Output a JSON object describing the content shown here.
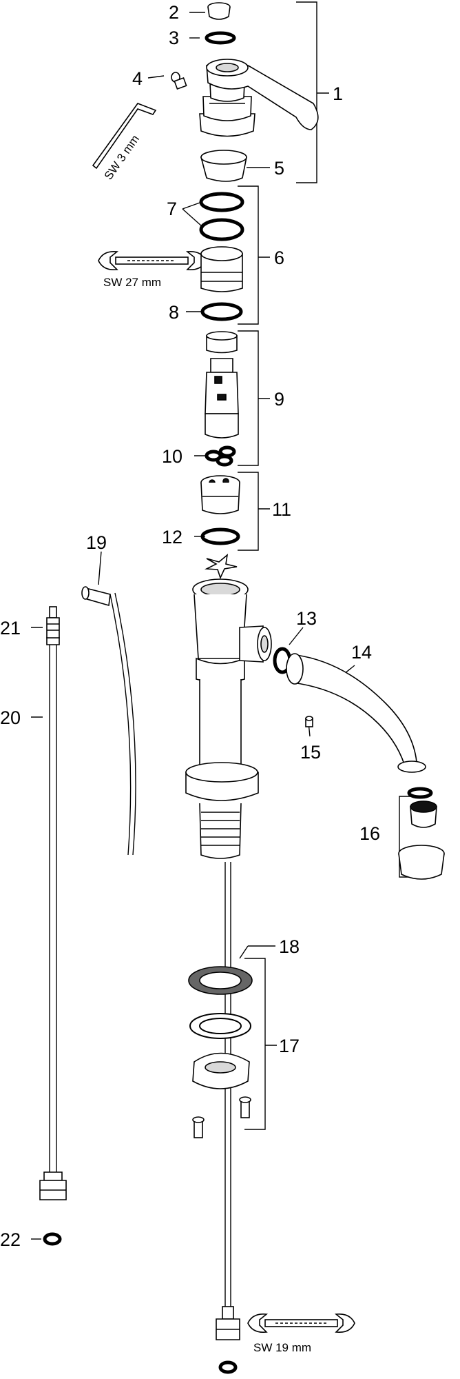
{
  "callouts": {
    "c1": "1",
    "c2": "2",
    "c3": "3",
    "c4": "4",
    "c5": "5",
    "c6": "6",
    "c7": "7",
    "c8": "8",
    "c9": "9",
    "c10": "10",
    "c11": "11",
    "c12": "12",
    "c13": "13",
    "c14": "14",
    "c15": "15",
    "c16": "16",
    "c17": "17",
    "c18": "18",
    "c19": "19",
    "c20": "20",
    "c21": "21",
    "c22": "22"
  },
  "tools": {
    "hex_key": "SW 3 mm",
    "wrench_27": "SW 27 mm",
    "wrench_19": "SW 19 mm"
  }
}
